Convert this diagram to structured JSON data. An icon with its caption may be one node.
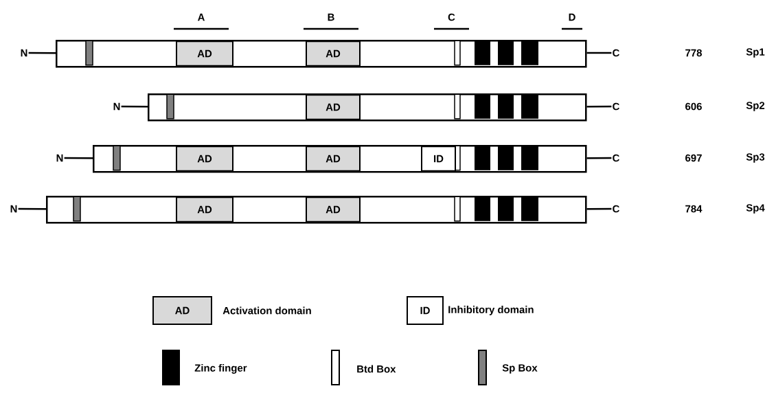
{
  "diagram": {
    "nodes": [
      {
        "text": [
          "N"
        ]
      },
      {
        "text": [],
        "shape": "box"
      },
      {
        "text": [
          "AD"
        ],
        "in": 1
      },
      {
        "text": [
          "AD"
        ],
        "in": 1
      },
      {
        "text": [
          "C"
        ]
      },
      {
        "text": [
          "N"
        ]
      },
      {
        "text": [],
        "shape": "box"
      },
      {
        "text": [
          "AD"
        ],
        "in": 6
      },
      {
        "text": [
          "C"
        ]
      },
      {
        "text": [
          "N"
        ]
      },
      {
        "text": [],
        "shape": "box"
      },
      {
        "text": [
          "AD"
        ],
        "in": 10
      },
      {
        "text": [
          "AD"
        ],
        "in": 10
      },
      {
        "text": [
          "ID"
        ],
        "in": 10
      },
      {
        "text": [
          "C"
        ]
      },
      {
        "text": [
          "N"
        ]
      },
      {
        "text": [],
        "shape": "box"
      },
      {
        "text": [
          "AD"
        ],
        "in": 16
      },
      {
        "text": [
          "AD"
        ],
        "in": 16
      },
      {
        "text": [
          "C"
        ]
      }
    ],
    "edges": [
      {
        "from": 0,
        "to": 1,
        "arrow": "none"
      },
      {
        "from": 1,
        "to": 4,
        "arrow": "none"
      },
      {
        "from": 5,
        "to": 6,
        "arrow": "none"
      },
      {
        "from": 6,
        "to": 8,
        "arrow": "none"
      },
      {
        "from": 9,
        "to": 10,
        "arrow": "none"
      },
      {
        "from": 10,
        "to": 14,
        "arrow": "none"
      },
      {
        "from": 15,
        "to": 16,
        "arrow": "none"
      },
      {
        "from": 16,
        "to": 19,
        "arrow": "none"
      }
    ],
    "labels": [
      "A",
      "B",
      "C",
      "D",
      "778",
      "Sp1",
      "606",
      "Sp2",
      "697",
      "Sp3",
      "784",
      "Sp4",
      "AD",
      "ID"
    ],
    "legend": [
      {
        "text": "Activation domain",
        "color": "#d9d9d9"
      },
      {
        "text": "Inhibitory domain"
      },
      {
        "text": "Zinc finger",
        "color": "#000000"
      },
      {
        "text": "Btd Box"
      },
      {
        "text": "Sp Box",
        "color": "#808080"
      }
    ]
  }
}
